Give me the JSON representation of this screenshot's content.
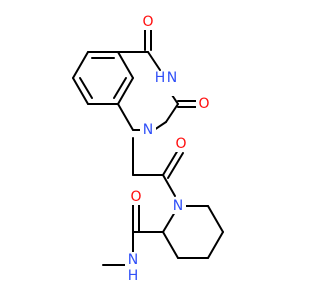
{
  "atoms": {
    "o_top": {
      "label": "O",
      "color": "#ff0d0d"
    },
    "nh_ring": {
      "label": "H",
      "sub": "N",
      "color": "#3050f8"
    },
    "o_ring": {
      "label": "O",
      "color": "#ff0d0d"
    },
    "n_ring": {
      "label": "N",
      "color": "#3050f8"
    },
    "o_keto": {
      "label": "O",
      "color": "#ff0d0d"
    },
    "n_pip": {
      "label": "N",
      "color": "#3050f8"
    },
    "o_amide": {
      "label": "O",
      "color": "#ff0d0d"
    },
    "nh_amide": {
      "label": "N",
      "sub": "H",
      "color": "#3050f8"
    }
  }
}
